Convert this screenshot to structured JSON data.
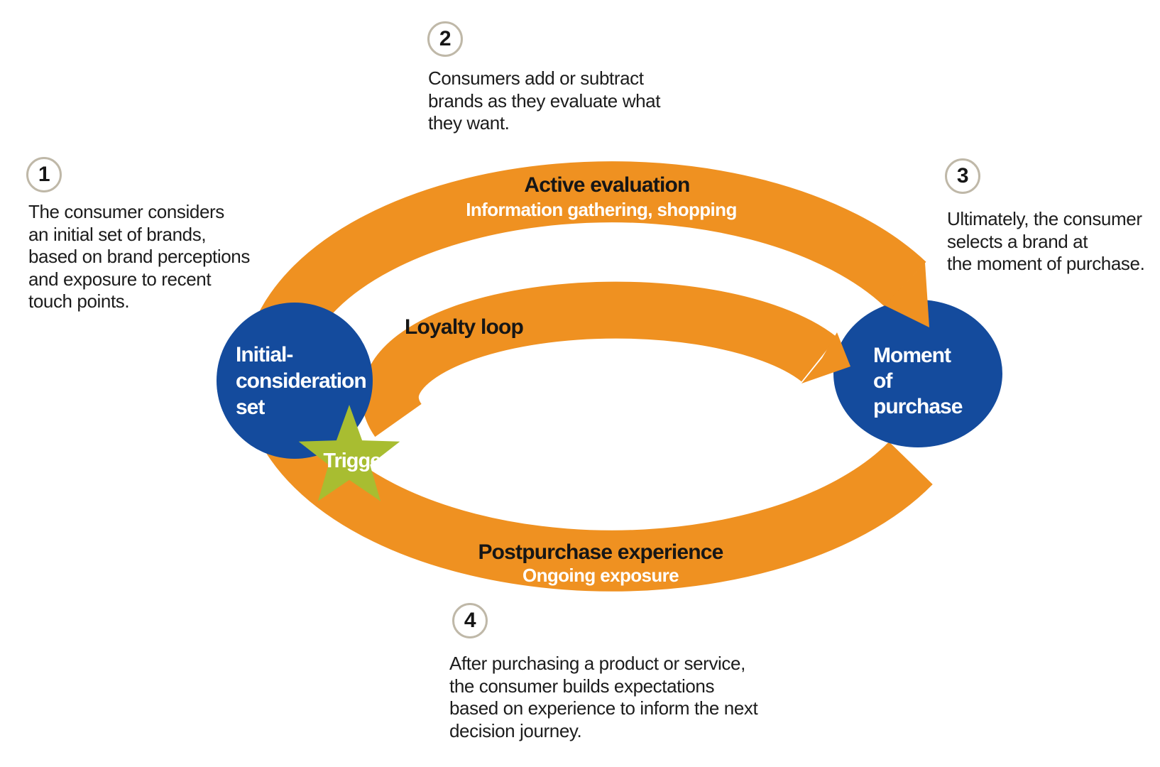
{
  "colors": {
    "orange": "#EF9121",
    "blue": "#144B9D",
    "green": "#A8BD31",
    "badge_border": "#BFB8A8",
    "text_dark": "#1C1C1C"
  },
  "journey": {
    "active_evaluation": {
      "title": "Active evaluation",
      "subtitle": "Information gathering, shopping"
    },
    "loyalty_loop": {
      "title": "Loyalty loop"
    },
    "postpurchase": {
      "title": "Postpurchase experience",
      "subtitle": "Ongoing exposure"
    },
    "initial_consideration": {
      "lines": [
        "Initial-",
        "consideration",
        "set"
      ]
    },
    "moment_of_purchase": {
      "lines": [
        "Moment",
        "of",
        "purchase"
      ]
    },
    "trigger": {
      "label": "Trigger"
    }
  },
  "annotations": [
    {
      "number": "1",
      "lines": [
        "The consumer considers",
        "an initial set of brands,",
        "based on brand perceptions",
        "and exposure to recent",
        "touch points."
      ]
    },
    {
      "number": "2",
      "lines": [
        "Consumers add or subtract",
        "brands as they evaluate what",
        "they want."
      ]
    },
    {
      "number": "3",
      "lines": [
        "Ultimately, the consumer",
        "selects a brand at",
        "the moment of purchase."
      ]
    },
    {
      "number": "4",
      "lines": [
        "After purchasing a product or service,",
        "the consumer builds expectations",
        "based on experience to inform the next",
        "decision journey."
      ]
    }
  ]
}
